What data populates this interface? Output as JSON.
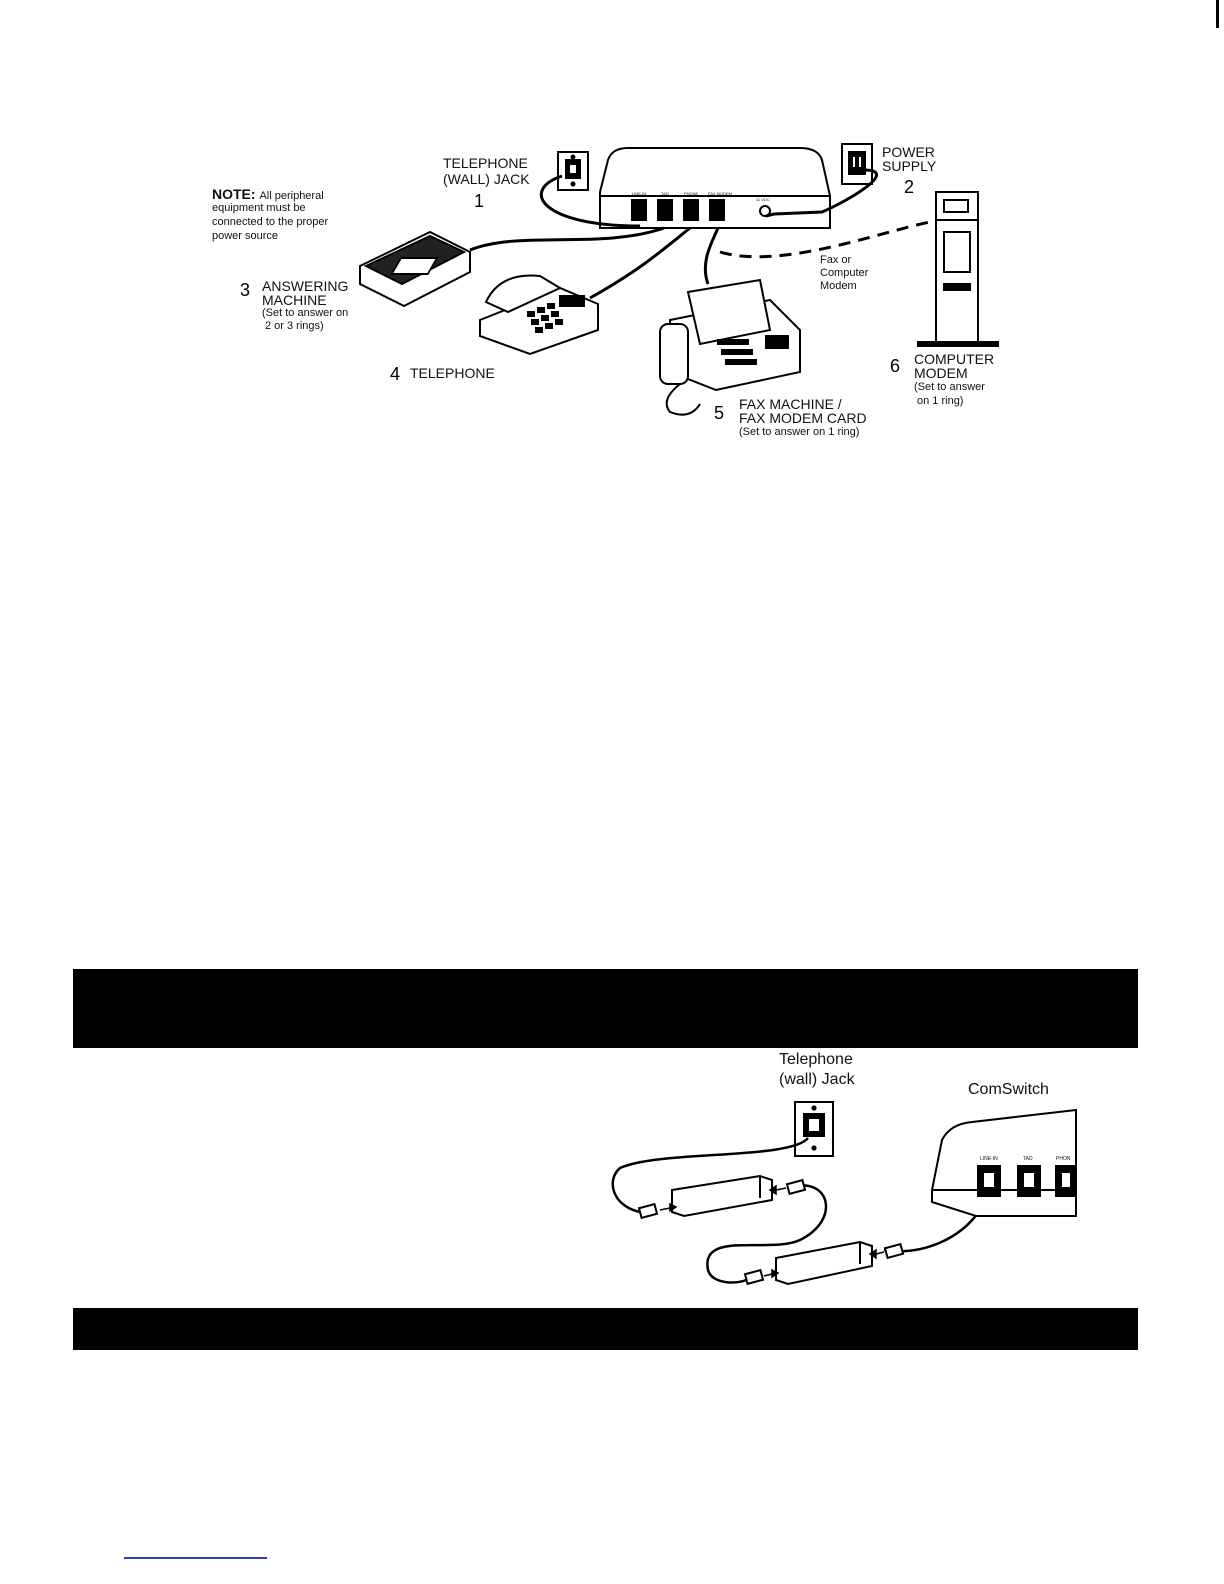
{
  "diagram1": {
    "note_bold": "NOTE:",
    "note_text": [
      "All peripheral",
      "equipment must be",
      "connected to the proper",
      "power source"
    ],
    "telephone_jack": {
      "line1": "TELEPHONE",
      "line2": "(WALL) JACK",
      "num": "1"
    },
    "power_supply": {
      "line1": "POWER",
      "line2": "SUPPLY",
      "num": "2"
    },
    "answering_machine": {
      "num": "3",
      "line1": "ANSWERING",
      "line2": "MACHINE",
      "sub1": "(Set to answer on",
      "sub2": "2 or 3 rings)"
    },
    "telephone": {
      "num": "4",
      "label": "TELEPHONE"
    },
    "fax_machine": {
      "num": "5",
      "line1": "FAX MACHINE /",
      "line2": "FAX MODEM CARD",
      "sub": "(Set to answer on 1 ring)"
    },
    "computer_modem": {
      "num": "6",
      "line1": "COMPUTER",
      "line2": "MODEM",
      "sub1": "(Set to answer",
      "sub2": "on 1 ring)"
    },
    "fax_or_modem": [
      "Fax or",
      "Computer",
      "Modem"
    ],
    "port_labels": [
      "LINE-IN",
      "TAD",
      "PHONE",
      "FAX MODEM",
      "11 VDC"
    ]
  },
  "diagram2": {
    "jack_line1": "Telephone",
    "jack_line2": "(wall) Jack",
    "comswitch": "ComSwitch",
    "port_labels": [
      "LINE-IN",
      "TAD",
      "PHON"
    ]
  }
}
